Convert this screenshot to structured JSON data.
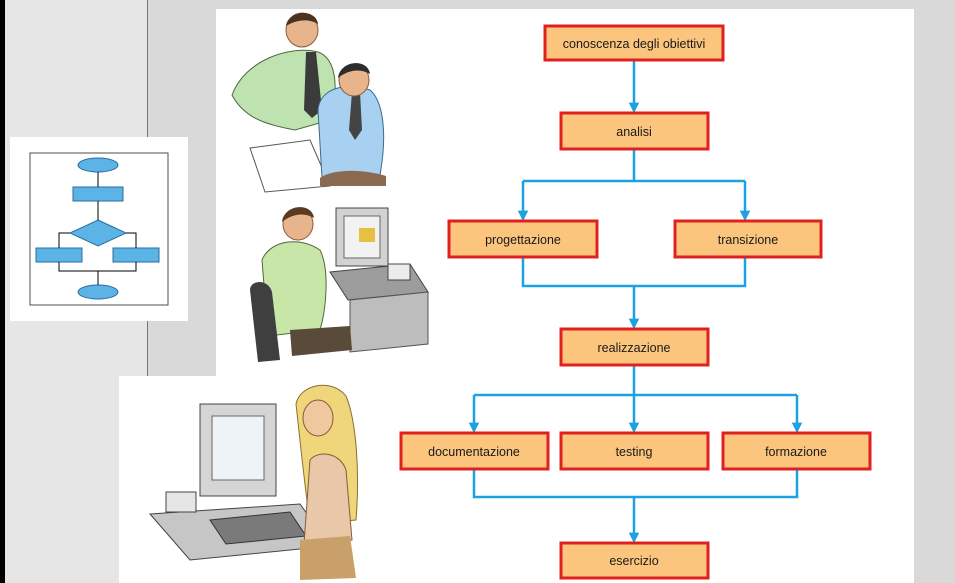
{
  "diagram": {
    "nodes": {
      "objectives": "conoscenza degli obiettivi",
      "analysis": "analisi",
      "design": "progettazione",
      "transition": "transizione",
      "implementation": "realizzazione",
      "documentation": "documentazione",
      "testing": "testing",
      "training": "formazione",
      "operation": "esercizio"
    },
    "colors": {
      "box_fill": "#fcc57d",
      "box_border": "#e02020",
      "connector": "#1aa3e0",
      "flowchart_icon": "#5bb3e6"
    }
  },
  "illustrations": {
    "icons": [
      "flowchart-icon",
      "two-men-meeting-illustration",
      "man-at-computer-illustration",
      "woman-at-computer-illustration"
    ]
  }
}
